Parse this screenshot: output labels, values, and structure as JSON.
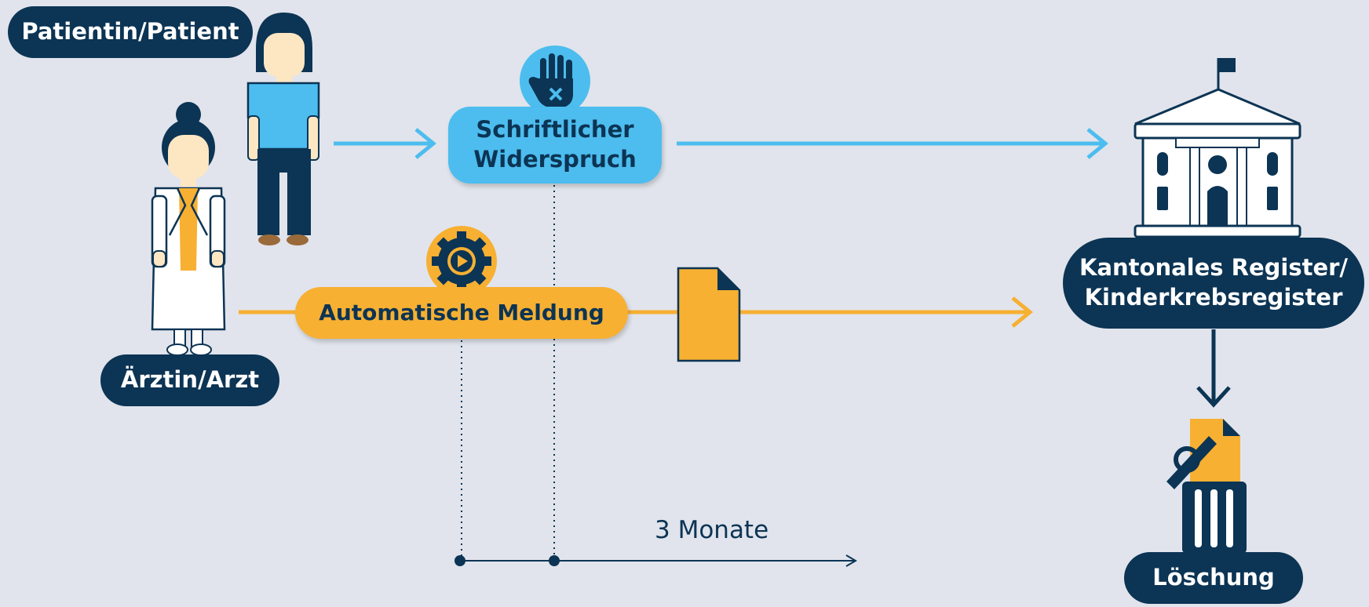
{
  "labels": {
    "patient": "Patientin/Patient",
    "doctor": "Ärztin/Arzt",
    "objection": "Schriftlicher Widerspruch",
    "automatic_report": "Automatische Meldung",
    "registry_line1": "Kantonales Register/",
    "registry_line2": "Kinderkrebsregister",
    "deletion": "Löschung",
    "timeline": "3 Monate"
  },
  "colors": {
    "navy": "#0c3454",
    "blue": "#4cbdee",
    "orange": "#f7b032",
    "background": "#e1e4ec"
  },
  "icons": {
    "objection": "hand-stop-icon",
    "automatic_report": "gear-play-icon",
    "document": "document-icon",
    "registry": "building-icon",
    "deletion": "trash-shred-icon"
  }
}
